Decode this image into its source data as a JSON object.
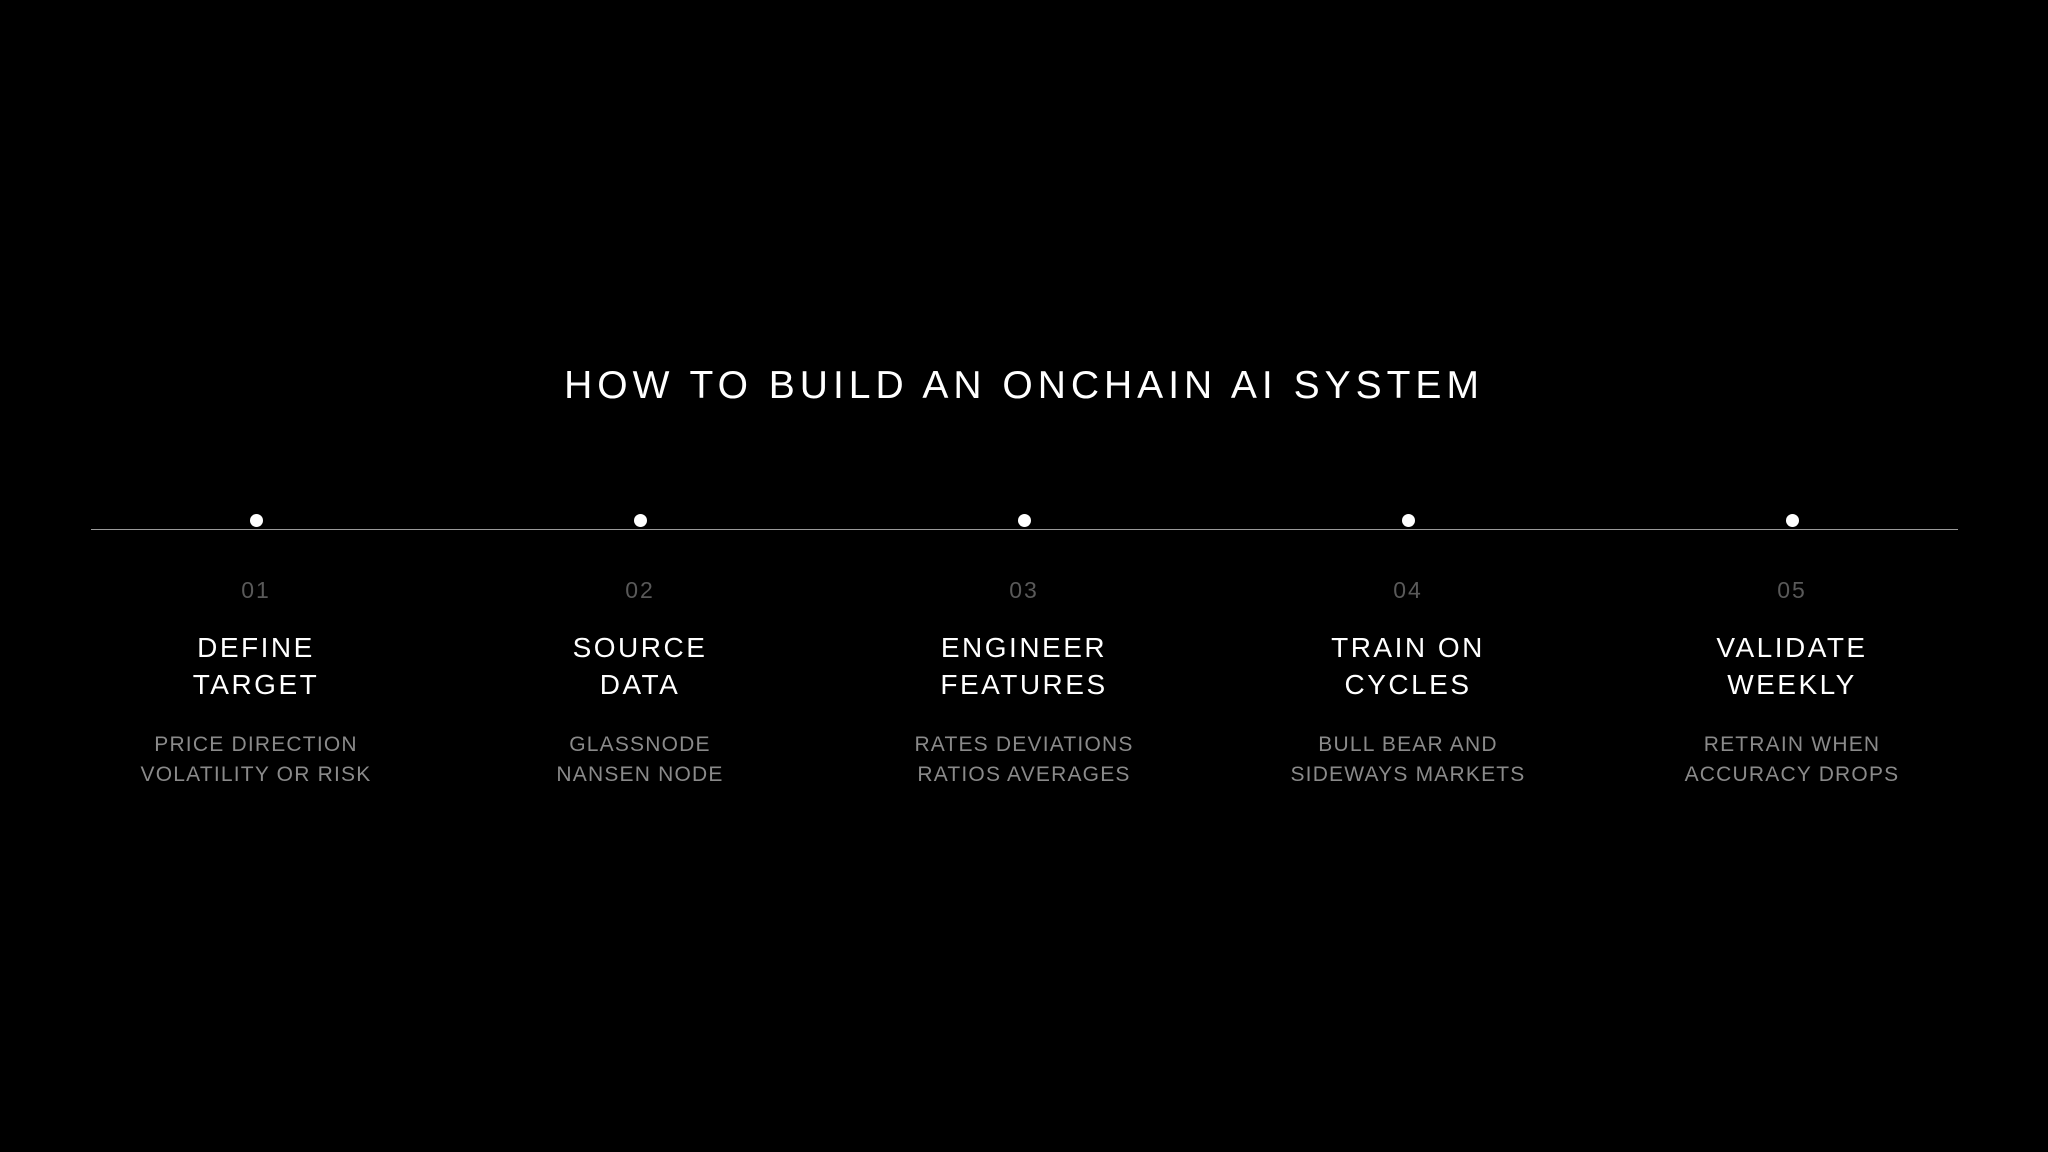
{
  "title": "HOW TO BUILD AN ONCHAIN AI SYSTEM",
  "colors": {
    "background": "#000000",
    "title": "#ffffff",
    "number": "#595959",
    "description": "#8a8a8a",
    "line": "#9a9a9a"
  },
  "steps": [
    {
      "number": "01",
      "heading": [
        "DEFINE",
        "TARGET"
      ],
      "description": [
        "PRICE DIRECTION",
        "VOLATILITY OR RISK"
      ]
    },
    {
      "number": "02",
      "heading": [
        "SOURCE",
        "DATA"
      ],
      "description": [
        "GLASSNODE",
        "NANSEN NODE"
      ]
    },
    {
      "number": "03",
      "heading": [
        "ENGINEER",
        "FEATURES"
      ],
      "description": [
        "RATES DEVIATIONS",
        "RATIOS AVERAGES"
      ]
    },
    {
      "number": "04",
      "heading": [
        "TRAIN ON",
        "CYCLES"
      ],
      "description": [
        "BULL BEAR AND",
        "SIDEWAYS MARKETS"
      ]
    },
    {
      "number": "05",
      "heading": [
        "VALIDATE",
        "WEEKLY"
      ],
      "description": [
        "RETRAIN WHEN",
        "ACCURACY DROPS"
      ]
    }
  ]
}
